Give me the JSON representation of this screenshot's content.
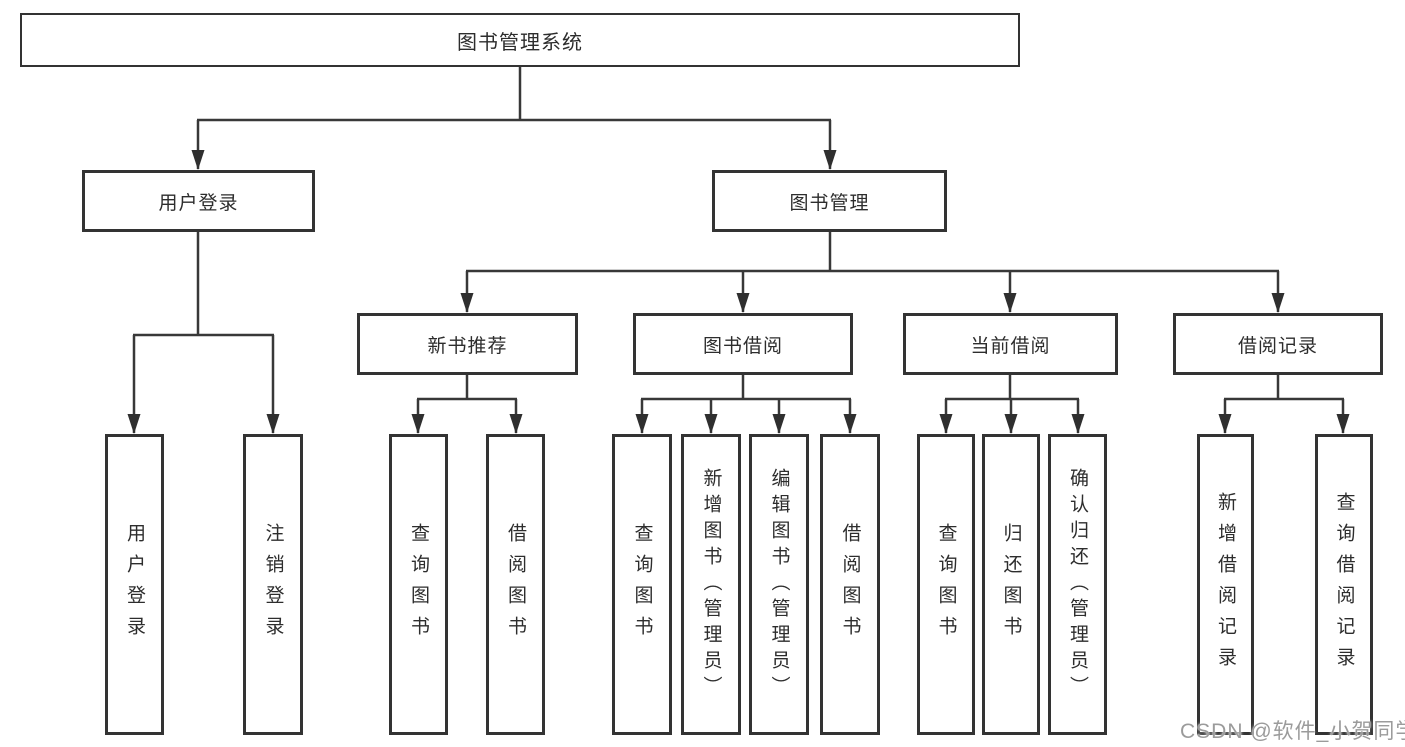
{
  "tree": {
    "root": "图书管理系统",
    "children": [
      {
        "label": "用户登录",
        "children": [
          {
            "label": "用户登录"
          },
          {
            "label": "注销登录"
          }
        ]
      },
      {
        "label": "图书管理",
        "children": [
          {
            "label": "新书推荐",
            "children": [
              {
                "label": "查询图书"
              },
              {
                "label": "借阅图书"
              }
            ]
          },
          {
            "label": "图书借阅",
            "children": [
              {
                "label": "查询图书"
              },
              {
                "label": "新增图书（管理员）"
              },
              {
                "label": "编辑图书（管理员）"
              },
              {
                "label": "借阅图书"
              }
            ]
          },
          {
            "label": "当前借阅",
            "children": [
              {
                "label": "查询图书"
              },
              {
                "label": "归还图书"
              },
              {
                "label": "确认归还（管理员）"
              }
            ]
          },
          {
            "label": "借阅记录",
            "children": [
              {
                "label": "新增借阅记录"
              },
              {
                "label": "查询借阅记录"
              }
            ]
          }
        ]
      }
    ]
  },
  "colors": {
    "border": "#333333",
    "line": "#383838",
    "text": "#2d2d2d",
    "watermark": "#9b9b9b"
  },
  "watermark": "CSDN @软件_小贺同学"
}
